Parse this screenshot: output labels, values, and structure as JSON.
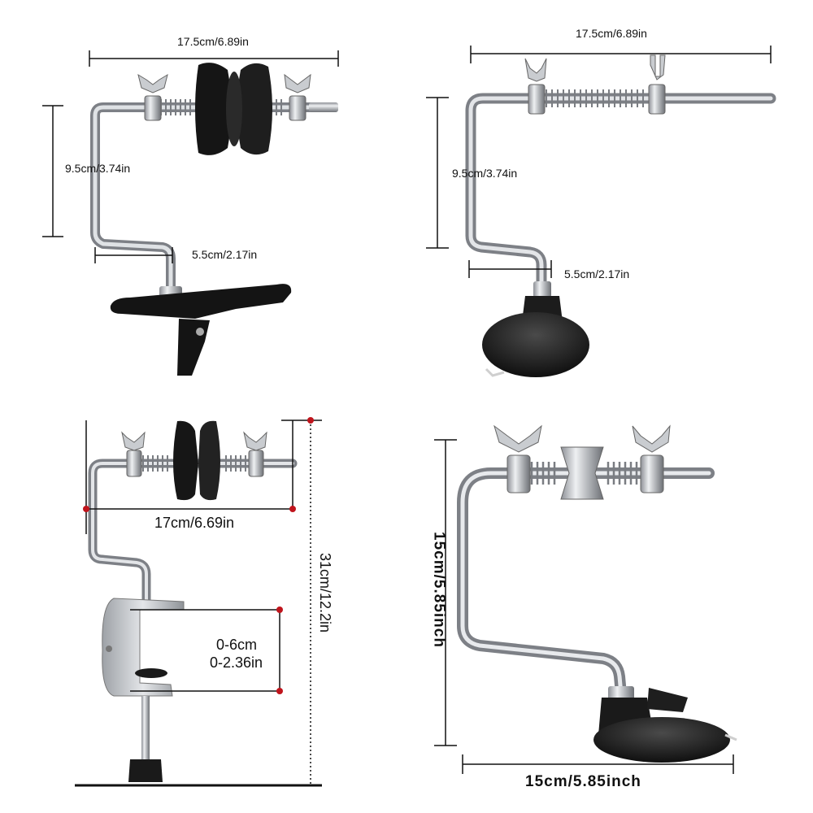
{
  "panels": {
    "top_left": {
      "width_label": "17.5cm/6.89in",
      "height_label": "9.5cm/3.74in",
      "offset_label": "5.5cm/2.17in"
    },
    "top_right": {
      "width_label": "17.5cm/6.89in",
      "height_label": "9.5cm/3.74in",
      "offset_label": "5.5cm/2.17in"
    },
    "bottom_left": {
      "width_label": "17cm/6.69in",
      "height_label": "31cm/12.2in",
      "clamp_range_cm": "0-6cm",
      "clamp_range_in": "0-2.36in"
    },
    "bottom_right": {
      "width_label": "15cm/5.85inch",
      "height_label": "15cm/5.85inch"
    }
  },
  "colors": {
    "steel": "#b9bcc0",
    "rubber": "#1a1a1a",
    "dimension_line": "#111111",
    "marker_dot": "#c0141c"
  }
}
